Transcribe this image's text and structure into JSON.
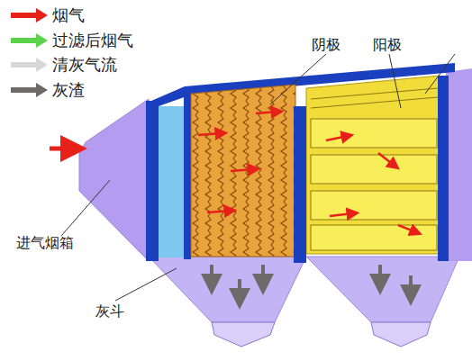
{
  "diagram": {
    "labels": [
      "阴极",
      "阳极",
      "进气烟箱",
      "灰斗"
    ],
    "legend": [
      {
        "text": "烟气",
        "color": "#e8201a"
      },
      {
        "text": "过滤后烟气",
        "color": "#5ad24a"
      },
      {
        "text": "清灰气流",
        "color": "#d8d8d8"
      },
      {
        "text": "灰渣",
        "color": "#6e6a6a"
      }
    ]
  }
}
